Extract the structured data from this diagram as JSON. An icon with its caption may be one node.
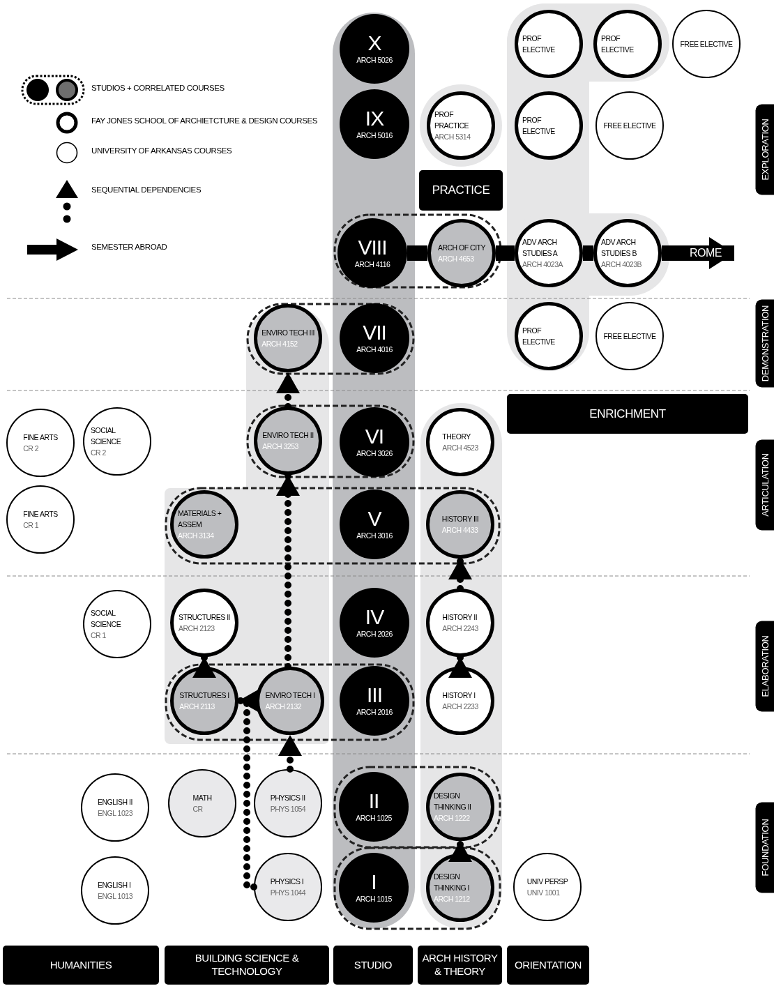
{
  "diagram": {
    "nodes": [
      {
        "text": [
          "X",
          "ARCH 5026"
        ]
      },
      {
        "text": [
          "PROF ELECTIVE"
        ]
      },
      {
        "text": [
          "PROF ELECTIVE"
        ]
      },
      {
        "text": [
          "FREE ELECTIVE"
        ]
      },
      {
        "text": [
          "IX",
          "ARCH 5016"
        ]
      },
      {
        "text": [
          "PROF PRACTICE",
          "ARCH 5314"
        ]
      },
      {
        "text": [
          "PROF ELECTIVE"
        ]
      },
      {
        "text": [
          "FREE ELECTIVE"
        ]
      },
      {
        "text": [
          "EXPLORATION"
        ]
      },
      {
        "text": [
          "PRACTICE"
        ]
      },
      {
        "text": [
          "VIII",
          "ARCH 4116"
        ]
      },
      {
        "text": [
          "ARCH OF CITY",
          "ARCH 4653"
        ]
      },
      {
        "text": [
          "ADV ARCH STUDIES A",
          "ARCH 4023A"
        ]
      },
      {
        "text": [
          "ADV ARCH STUDIES B",
          "ARCH 4023B"
        ]
      },
      {
        "text": [
          "ENVIRO TECH III",
          "ARCH 4152"
        ]
      },
      {
        "text": [
          "VII",
          "ARCH 4016"
        ]
      },
      {
        "text": [
          "PROF ELECTIVE"
        ]
      },
      {
        "text": [
          "FREE ELECTIVE"
        ]
      },
      {
        "text": [
          "DEMONSTRATION"
        ]
      },
      {
        "text": [
          "ENRICHMENT"
        ]
      },
      {
        "text": [
          "FINE ARTS",
          "CR 2"
        ]
      },
      {
        "text": [
          "SOCIAL SCIENCE",
          "CR 2"
        ]
      },
      {
        "text": [
          "ENVIRO TECH II",
          "ARCH 3253"
        ]
      },
      {
        "text": [
          "VI",
          "ARCH 3026"
        ]
      },
      {
        "text": [
          "THEORY",
          "ARCH 4523"
        ]
      },
      {
        "text": [
          "ARTICULATION"
        ]
      },
      {
        "text": [
          "FINE ARTS",
          "CR 1"
        ]
      },
      {
        "text": [
          "MATERIALS + ASSEM",
          "ARCH 3134"
        ]
      },
      {
        "text": [
          "V",
          "ARCH 3016"
        ]
      },
      {
        "text": [
          "HISTORY III",
          "ARCH 4433"
        ]
      },
      {
        "text": [
          "SOCIAL SCIENCE",
          "CR 1"
        ]
      },
      {
        "text": [
          "STRUCTURES II",
          "ARCH 2123"
        ]
      },
      {
        "text": [
          "IV",
          "ARCH 2026"
        ]
      },
      {
        "text": [
          "HISTORY II",
          "ARCH 2243"
        ]
      },
      {
        "text": [
          "ELABORATION"
        ]
      },
      {
        "text": [
          "STRUCTURES I",
          "ARCH 2113"
        ]
      },
      {
        "text": [
          "ENVIRO TECH I",
          "ARCH 2132"
        ]
      },
      {
        "text": [
          "III",
          "ARCH 2016"
        ]
      },
      {
        "text": [
          "HISTORY I",
          "ARCH 2233"
        ]
      },
      {
        "text": [
          "ENGLISH II",
          "ENGL 1023"
        ]
      },
      {
        "text": [
          "MATH",
          "CR"
        ]
      },
      {
        "text": [
          "PHYSICS II",
          "PHYS 1054"
        ]
      },
      {
        "text": [
          "II",
          "ARCH 1025"
        ]
      },
      {
        "text": [
          "DESIGN THINKING II",
          "ARCH 1222"
        ]
      },
      {
        "text": [
          "FOUNDATION"
        ]
      },
      {
        "text": [
          "ENGLISH I",
          "ENGL 1013"
        ]
      },
      {
        "text": [
          "PHYSICS I",
          "PHYS 1044"
        ]
      },
      {
        "text": [
          "I",
          "ARCH 1015"
        ]
      },
      {
        "text": [
          "DESIGN THINKING I",
          "ARCH 1212"
        ]
      },
      {
        "text": [
          "UNIV PERSP",
          "UNIV 1001"
        ]
      },
      {
        "text": [
          "HUMANITIES"
        ]
      },
      {
        "text": [
          "BUILDING SCIENCE & TECHNOLOGY"
        ]
      },
      {
        "text": [
          "STUDIO"
        ]
      },
      {
        "text": [
          "ARCH HISTORY & THEORY"
        ]
      },
      {
        "text": [
          "ORIENTATION"
        ]
      },
      {
        "text": [
          "ROME"
        ]
      }
    ],
    "edges": [
      {
        "from": 10,
        "to": 11,
        "arrow": "none",
        "style": "thick"
      },
      {
        "from": 11,
        "to": 12,
        "arrow": "none",
        "style": "thick"
      },
      {
        "from": 12,
        "to": 13,
        "arrow": "none",
        "style": "thick"
      },
      {
        "from": 13,
        "to": 55,
        "arrow": "to",
        "style": "thick"
      },
      {
        "from": 46,
        "to": 35,
        "arrow": "to",
        "style": "dashed"
      },
      {
        "from": 41,
        "to": 36,
        "arrow": "to",
        "style": "dashed"
      },
      {
        "from": 36,
        "to": 22,
        "arrow": "to",
        "style": "dashed"
      },
      {
        "from": 22,
        "to": 14,
        "arrow": "to",
        "style": "dashed"
      },
      {
        "from": 35,
        "to": 31,
        "arrow": "to",
        "style": "dashed"
      },
      {
        "from": 38,
        "to": 33,
        "arrow": "to",
        "style": "dashed"
      },
      {
        "from": 33,
        "to": 29,
        "arrow": "to",
        "style": "dashed"
      },
      {
        "from": 48,
        "to": 43,
        "arrow": "to",
        "style": "dashed"
      }
    ],
    "legend": [
      {
        "text": "STUDIOS + CORRELATED COURSES"
      },
      {
        "text": "FAY JONES SCHOOL OF ARCHIETCTURE & DESIGN COURSES"
      },
      {
        "text": "UNIVERSITY OF ARKANSAS COURSES"
      },
      {
        "text": "SEQUENTIAL DEPENDENCIES"
      },
      {
        "text": "SEMESTER ABROAD"
      }
    ]
  }
}
